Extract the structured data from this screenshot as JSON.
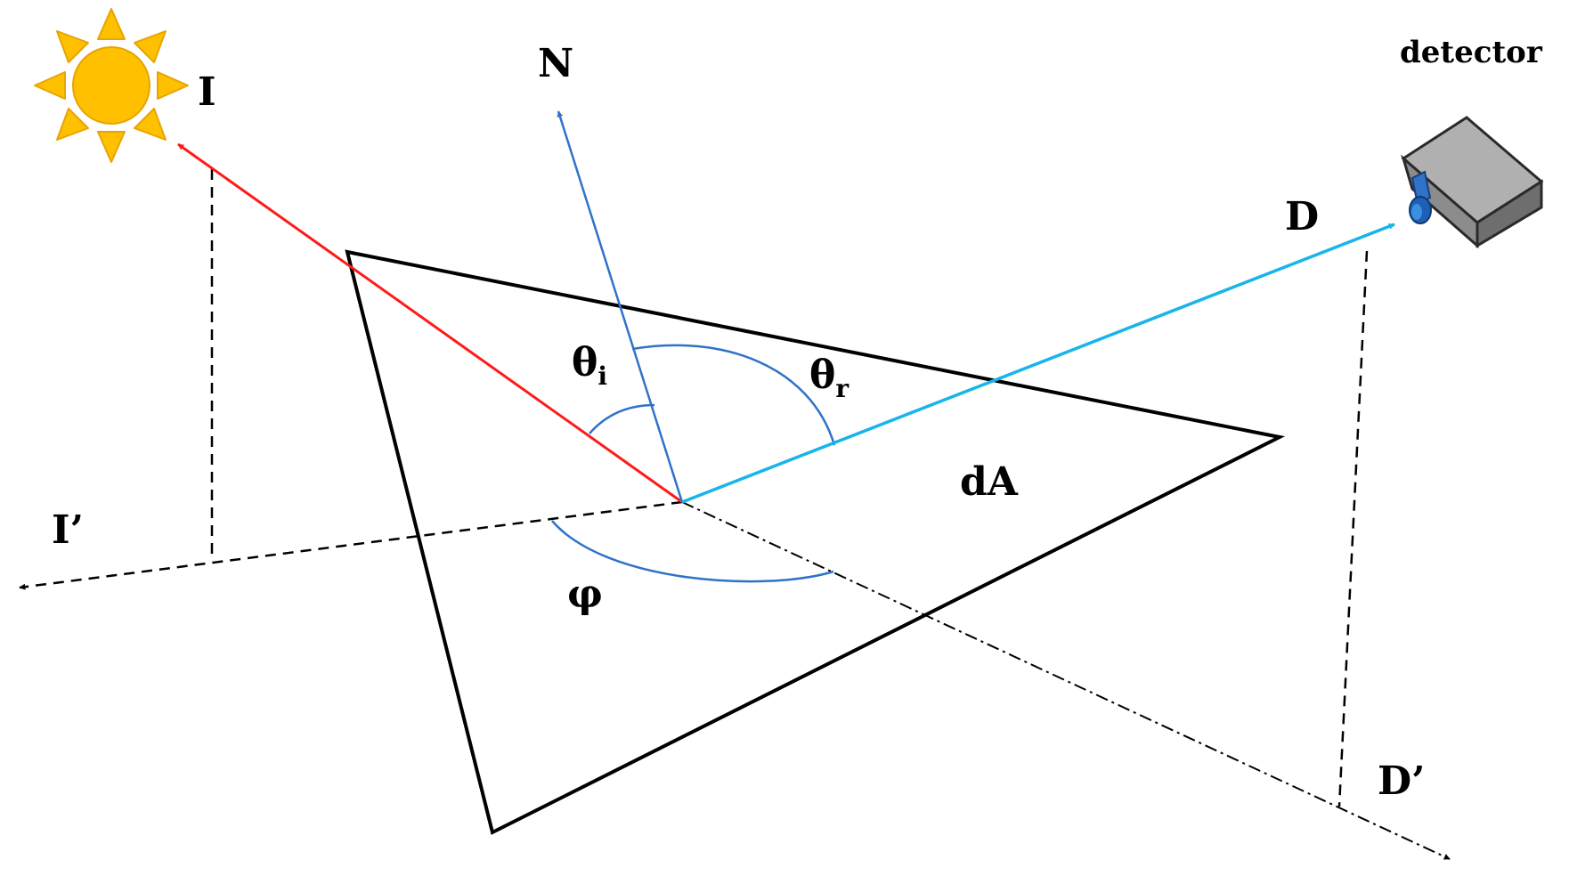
{
  "labels": {
    "incident": "I",
    "incident_projection": "I’",
    "normal": "N",
    "detector_direction": "D",
    "detector_projection": "D’",
    "detector": "detector",
    "area": "dA",
    "theta": "θ",
    "theta_i_sub": "i",
    "theta_r_sub": "r",
    "phi": "φ"
  },
  "colors": {
    "incident_ray": "#ff1a1a",
    "normal_ray": "#2f73c8",
    "detector_ray": "#18b4ea",
    "angle_arcs": "#2f73c8",
    "sun": "#ffc000",
    "sun_stroke": "#e8a400",
    "detector_body": "#8c8c8c",
    "detector_lens": "#1f5fb5",
    "outline": "#000000"
  },
  "icons": {
    "light_source": "sun-icon",
    "detector": "camera-icon"
  }
}
